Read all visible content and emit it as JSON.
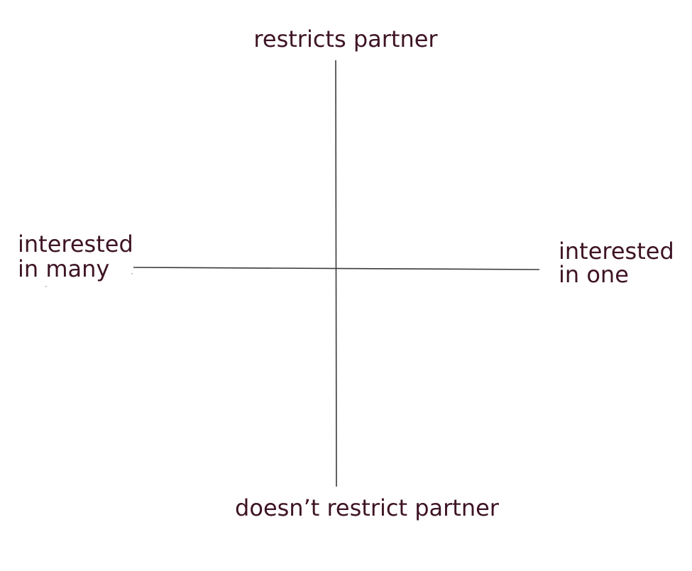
{
  "diagram": {
    "top_label": "restricts partner",
    "bottom_label": "doesn’t restrict partner",
    "left_label": {
      "line1": "interested",
      "line2": "in many"
    },
    "right_label": {
      "line1": "interested",
      "line2": "in one"
    },
    "colors": {
      "label_text": "#3e1425",
      "axis_line": "#3a3a3a",
      "background": "#ffffff"
    }
  }
}
